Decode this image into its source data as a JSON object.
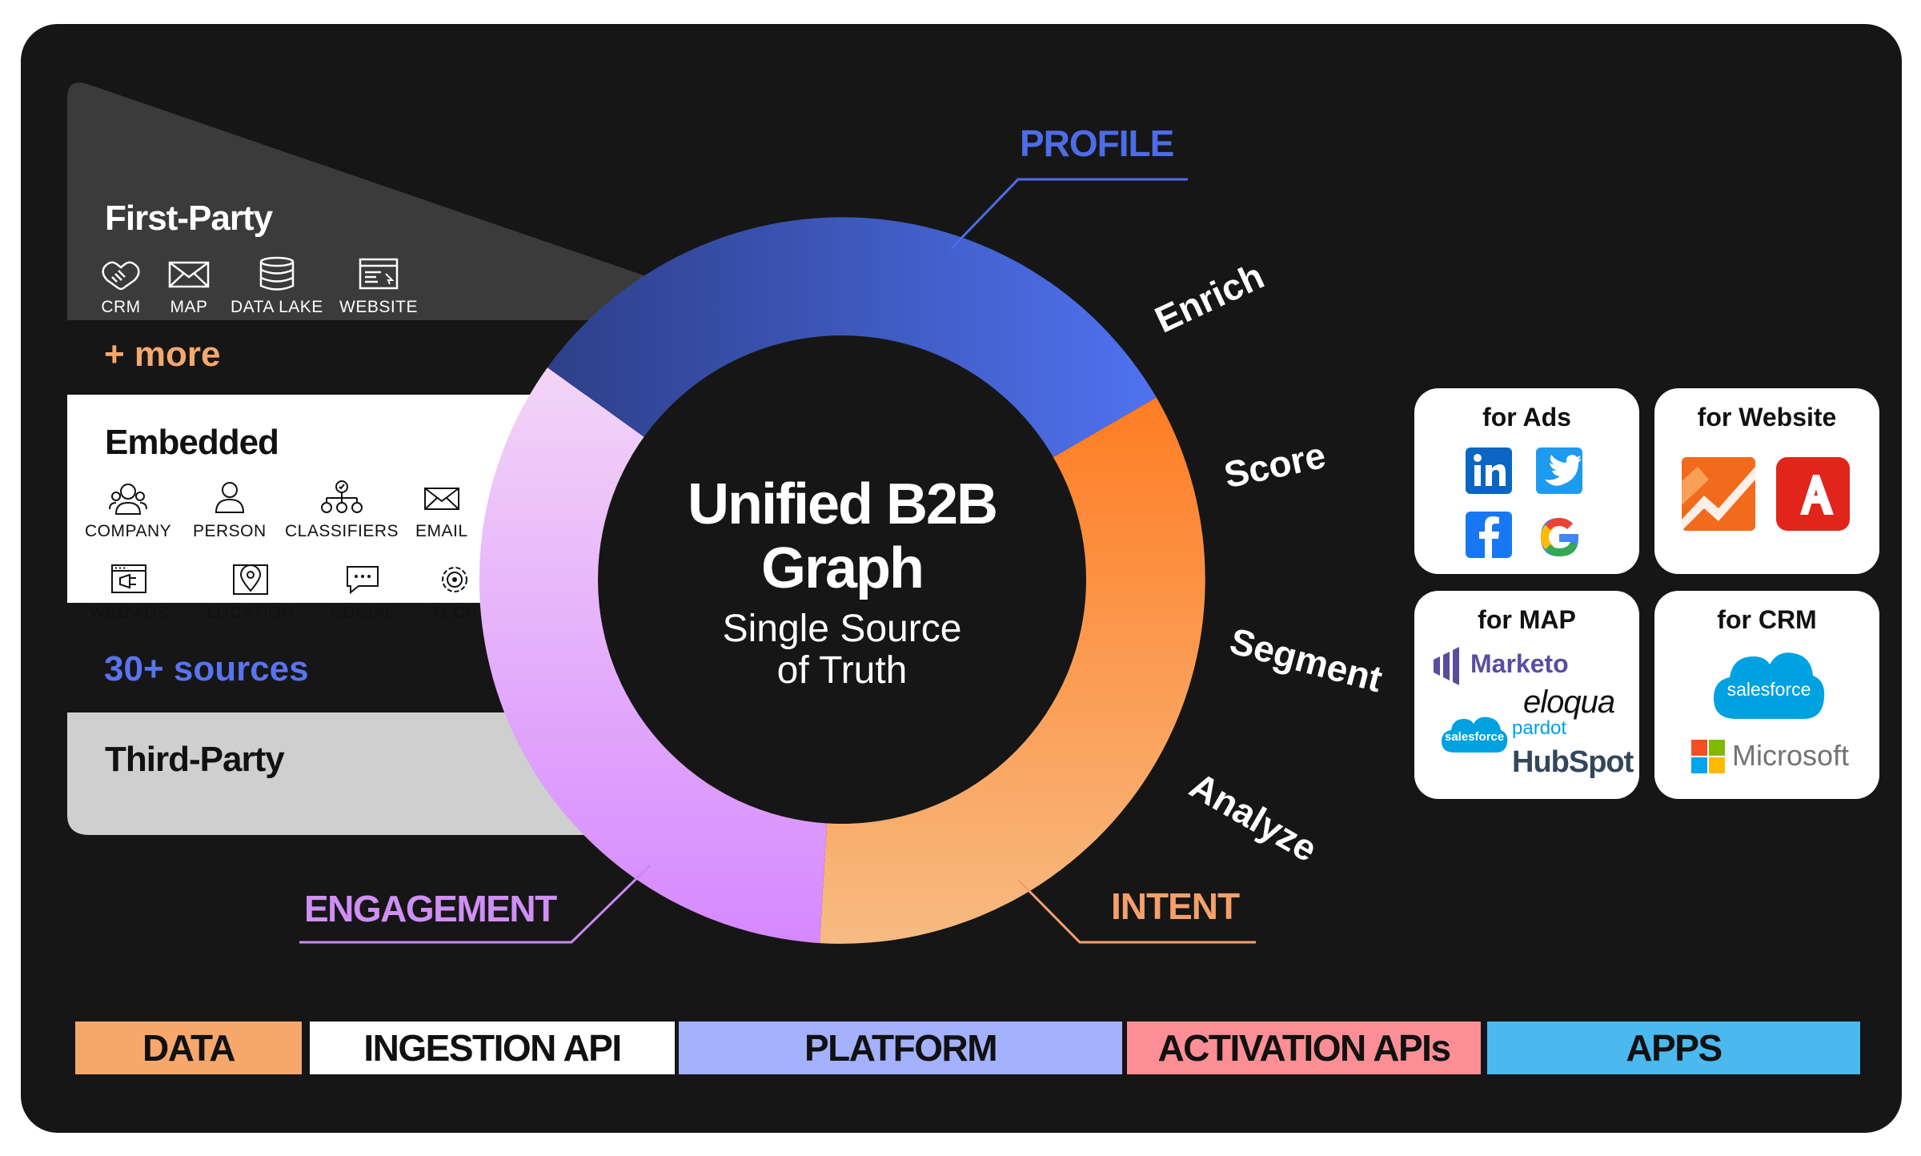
{
  "sources": {
    "first_party": {
      "title": "First-Party",
      "items": [
        "CRM",
        "MAP",
        "DATA LAKE",
        "WEBSITE"
      ],
      "more": "+ more"
    },
    "embedded": {
      "title": "Embedded",
      "row1": [
        "COMPANY",
        "PERSON",
        "CLASSIFIERS",
        "EMAIL"
      ],
      "row2": [
        "WEB'ADS",
        "LOCATION",
        "SOCIAL",
        "TECH"
      ],
      "count": "30+ sources"
    },
    "third_party": {
      "title": "Third-Party"
    }
  },
  "graph": {
    "title_line1": "Unified B2B",
    "title_line2": "Graph",
    "subtitle_line1": "Single Source",
    "subtitle_line2": "of Truth",
    "segment_labels": {
      "profile": "PROFILE",
      "intent": "INTENT",
      "engagement": "ENGAGEMENT"
    },
    "actions": [
      "Enrich",
      "Score",
      "Segment",
      "Analyze"
    ],
    "colors": {
      "profile": "#4d6ce8",
      "intent": "#f5893a",
      "engagement": "#cf8ff5"
    }
  },
  "destinations": {
    "ads": {
      "title": "for Ads",
      "icons": [
        "linkedin-icon",
        "twitter-icon",
        "facebook-icon",
        "google-icon"
      ]
    },
    "website": {
      "title": "for Website",
      "icons": [
        "analytics-icon",
        "adobe-icon"
      ]
    },
    "map": {
      "title": "for MAP",
      "brands": [
        "Marketo",
        "eloqua",
        "salesforce",
        "pardot",
        "HubSpot"
      ]
    },
    "crm": {
      "title": "for CRM",
      "brands": [
        "salesforce",
        "Microsoft"
      ]
    }
  },
  "layers": [
    {
      "label": "DATA",
      "color": "#f6a86c"
    },
    {
      "label": "INGESTION API",
      "color": "#ffffff"
    },
    {
      "label": "PLATFORM",
      "color": "#a3b1ff"
    },
    {
      "label": "ACTIVATION APIs",
      "color": "#fb8f95"
    },
    {
      "label": "APPS",
      "color": "#4bb8ee"
    }
  ]
}
